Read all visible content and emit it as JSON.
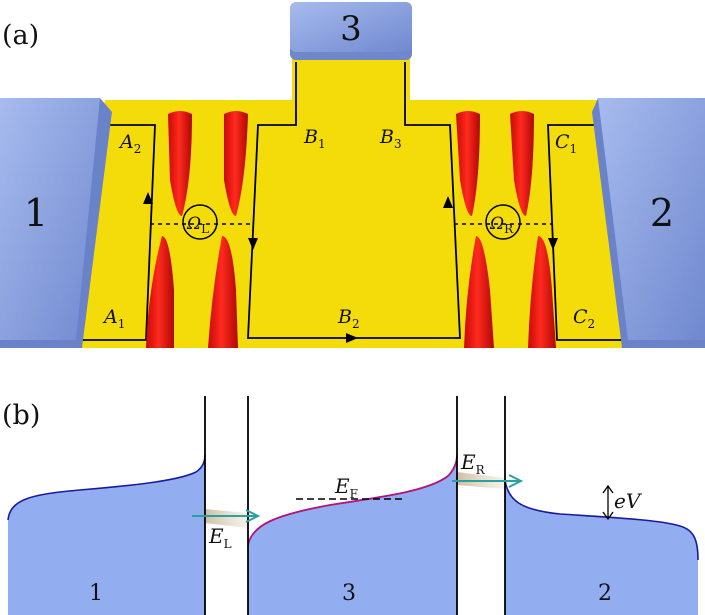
{
  "panel_a": {
    "panel_label": "(a)",
    "contacts": {
      "left": "1",
      "right": "2",
      "top": "3"
    },
    "edge_labels": {
      "A2": {
        "base": "A",
        "sub": "2"
      },
      "A1": {
        "base": "A",
        "sub": "1"
      },
      "B1": {
        "base": "B",
        "sub": "1"
      },
      "B3": {
        "base": "B",
        "sub": "3"
      },
      "B2": {
        "base": "B",
        "sub": "2"
      },
      "C1": {
        "base": "C",
        "sub": "1"
      },
      "C2": {
        "base": "C",
        "sub": "2"
      }
    },
    "flux_labels": {
      "left": {
        "base": "Ω",
        "sub": "L"
      },
      "right": {
        "base": "Ω",
        "sub": "R"
      }
    }
  },
  "panel_b": {
    "panel_label": "(b)",
    "region_labels": {
      "left": "1",
      "middle": "3",
      "right": "2"
    },
    "energy_labels": {
      "EF": {
        "base": "E",
        "sub": "F"
      },
      "EL": {
        "base": "E",
        "sub": "L"
      },
      "ER": {
        "base": "E",
        "sub": "R"
      },
      "eV": "eV"
    }
  },
  "colors": {
    "gold": "#f5df10",
    "contact": "#8aa2dd",
    "gate": "#e8150e",
    "fermi_sea": "#93aef0",
    "fermi_edge": "#1a1aa0",
    "middle_edge": "#b0147a",
    "arrow": "#2aa0a0"
  }
}
